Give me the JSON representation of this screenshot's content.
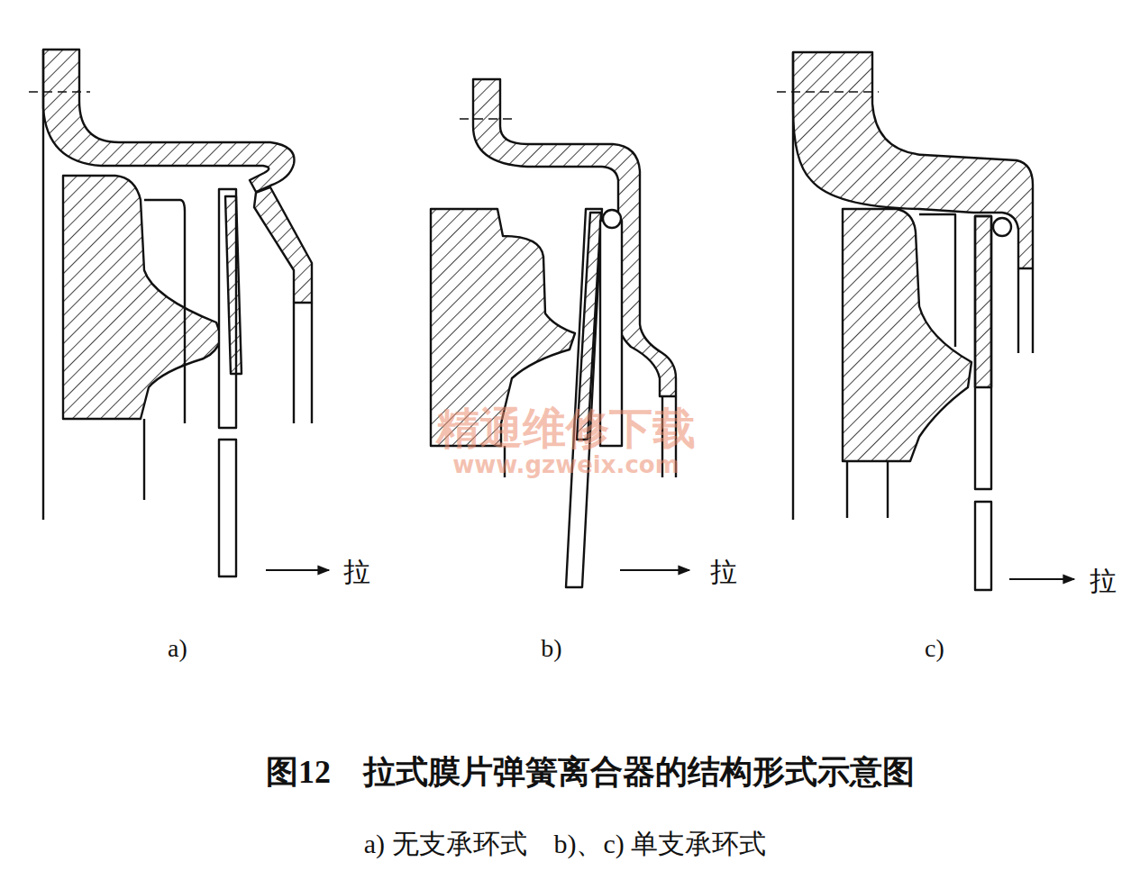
{
  "diagram": {
    "caption": "图12　拉式膜片弹簧离合器的结构形式示意图",
    "labels": [
      "拉",
      "拉",
      "拉",
      "a)",
      "b)",
      "c)",
      "精通维修下载",
      "www.gzweix.com",
      "a) 无支承环式　b)、c) 单支承环式"
    ]
  }
}
